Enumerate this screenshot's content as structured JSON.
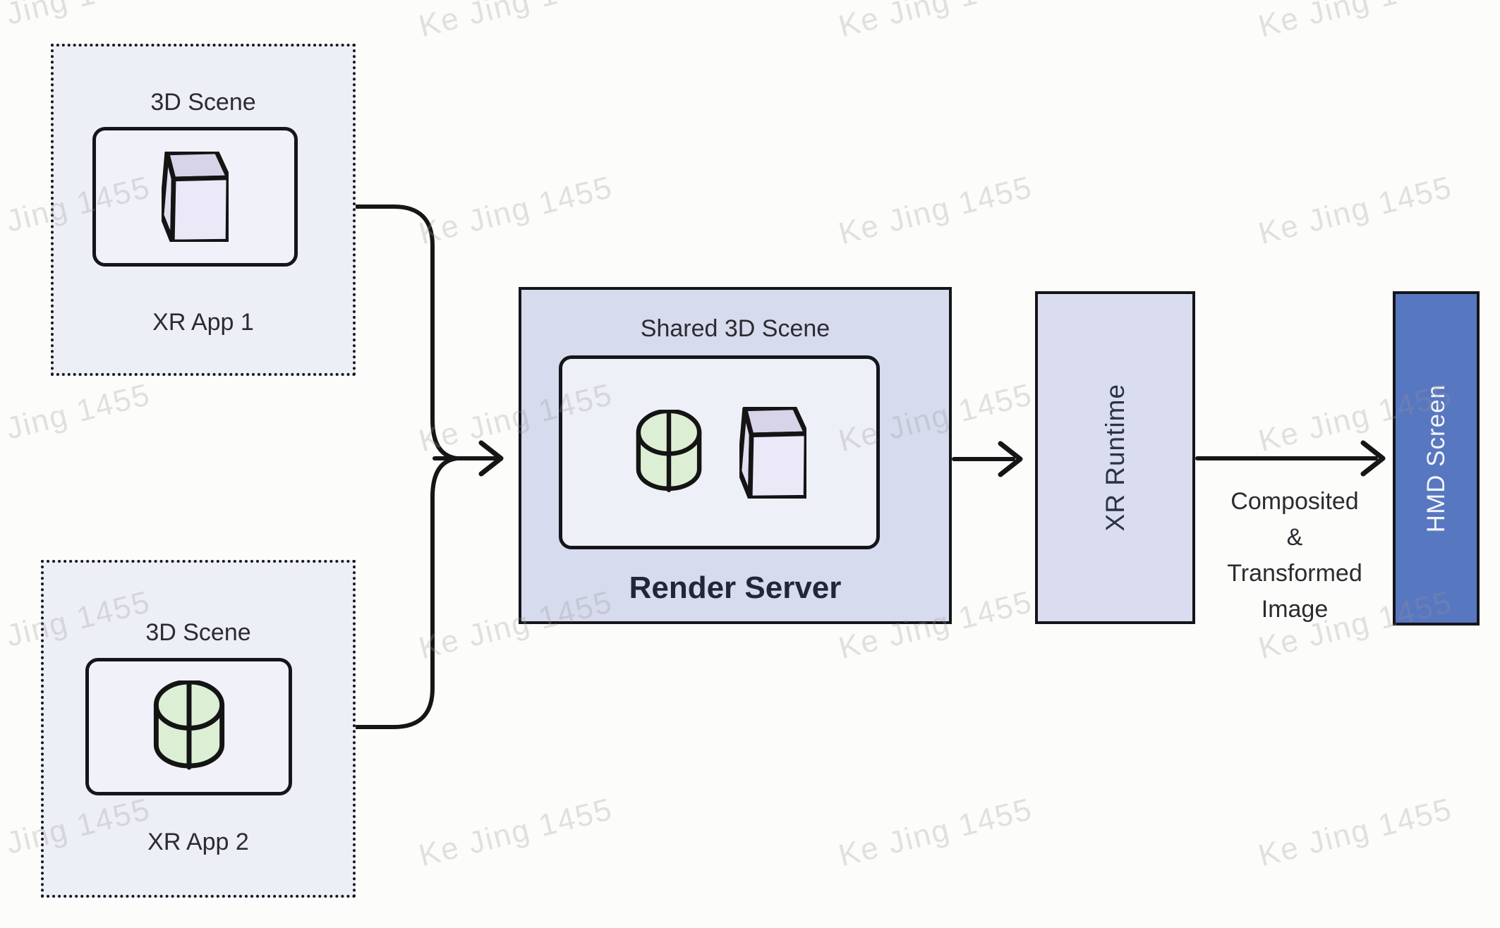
{
  "diagram": {
    "watermark_text": "Ke Jing 1455",
    "apps": [
      {
        "scene_title": "3D Scene",
        "label": "XR App 1",
        "icon": "cube-icon"
      },
      {
        "scene_title": "3D Scene",
        "label": "XR App 2",
        "icon": "cylinder-icon"
      }
    ],
    "render_server": {
      "scene_title": "Shared 3D Scene",
      "label": "Render Server",
      "icons": [
        "cylinder-icon",
        "cube-icon"
      ]
    },
    "xr_runtime_label": "XR Runtime",
    "hmd_screen_label": "HMD Screen",
    "flow_label_lines": [
      "Composited",
      "&",
      "Transformed",
      "Image"
    ],
    "colors": {
      "background": "#fcfcfa",
      "app_box_fill": "#edeff7",
      "scene_frame_fill": "#f1f2f9",
      "render_server_fill": "#d7dbee",
      "xr_runtime_fill": "#d9ddef",
      "hmd_screen_fill": "#5877c1",
      "cube_top": "#d7d3e8",
      "cube_front": "#ebe8f7",
      "cube_side": "#e2deef",
      "cylinder_green": "#dcefd5",
      "line_color": "#161616",
      "watermark_color": "#e8e8e6"
    }
  }
}
